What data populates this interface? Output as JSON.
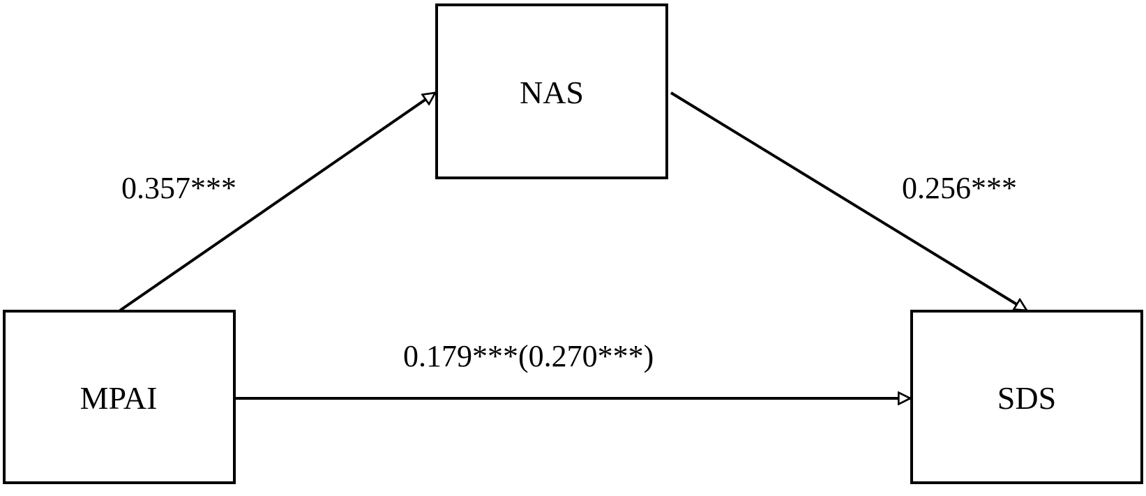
{
  "nodes": {
    "mpai": {
      "label": "MPAI"
    },
    "nas": {
      "label": "NAS"
    },
    "sds": {
      "label": "SDS"
    }
  },
  "edges": {
    "mpai_nas": {
      "coefficient": "0.357***"
    },
    "nas_sds": {
      "coefficient": "0.256***"
    },
    "mpai_sds": {
      "coefficient": "0.179***(0.270***)"
    }
  },
  "colors": {
    "stroke": "#000000",
    "background": "#ffffff"
  }
}
